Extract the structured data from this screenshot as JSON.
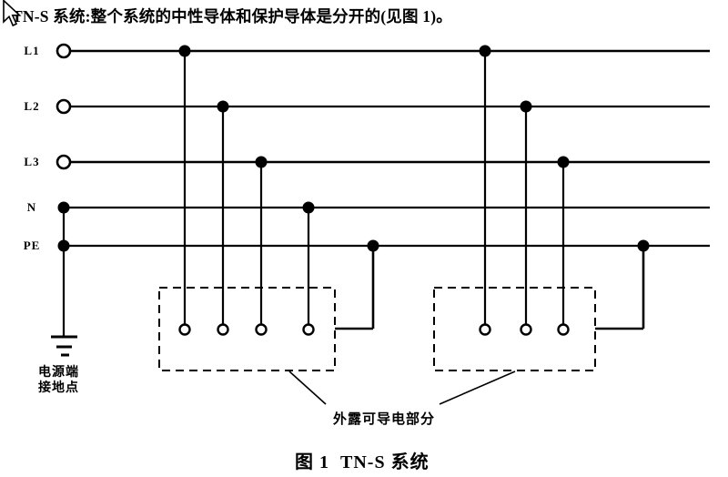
{
  "page": {
    "background": "#ffffff",
    "heading": "TN-S 系统:整个系统的中性导体和保护导体是分开的(见图 1)。",
    "cursor_icon": "arrow-pointer"
  },
  "diagram": {
    "type": "electrical-wiring-diagram",
    "line_color": "#000000",
    "conductor_labels": {
      "l1": "L1",
      "l2": "L2",
      "l3": "L3",
      "n": "N",
      "pe": "PE"
    },
    "source_earth_label": "电源端\n接地点",
    "exposed_parts_label": "外露可导电部分"
  },
  "caption": "图 1  TN-S 系统"
}
